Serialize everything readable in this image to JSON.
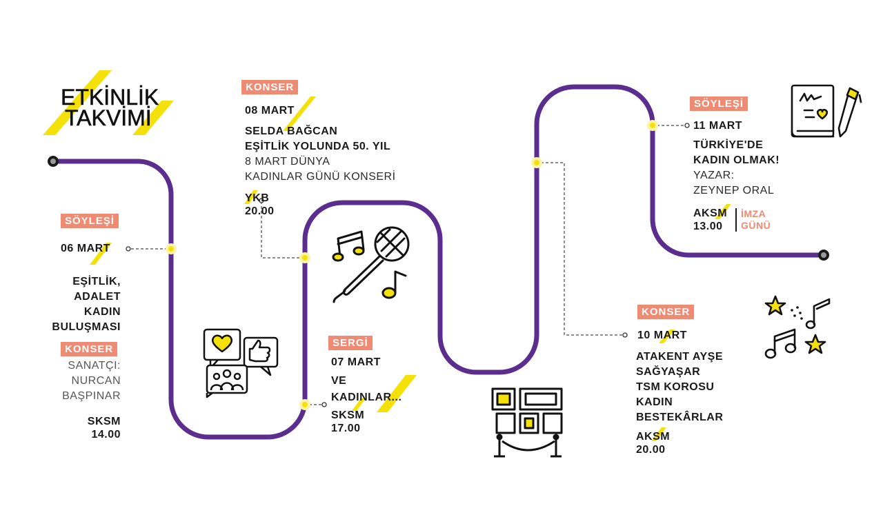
{
  "title": {
    "line1": "ETKİNLİK",
    "line2": "TAKVİMİ"
  },
  "colors": {
    "path": "#5b2d8e",
    "tag": "#ef8a73",
    "highlight": "#f5e10a",
    "text": "#1a1a1a"
  },
  "events": {
    "e06": {
      "tag": "SÖYLEŞİ",
      "date": "06 MART",
      "title": [
        "EŞİTLİK,",
        "ADALET",
        "KADIN",
        "BULUŞMASI"
      ],
      "tag2": "KONSER",
      "artist": [
        "SANATÇI:",
        "NURCAN",
        "BAŞPINAR"
      ],
      "venue": "SKSM",
      "time": "14.00"
    },
    "e08": {
      "tag": "KONSER",
      "date": "08 MART",
      "title": [
        "SELDA BAĞCAN",
        "EŞİTLİK YOLUNDA 50. YIL"
      ],
      "desc": [
        "8 MART DÜNYA",
        "KADINLAR GÜNÜ KONSERİ"
      ],
      "venue": "YKB",
      "time": "20.00"
    },
    "e07": {
      "tag": "SERGİ",
      "date": "07 MART",
      "title": [
        "VE",
        "KADINLAR..."
      ],
      "venue": "SKSM",
      "time": "17.00"
    },
    "e10": {
      "tag": "KONSER",
      "date": "10 MART",
      "title": [
        "ATAKENT AYŞE",
        "SAĞYAŞAR",
        "TSM KOROSU",
        "KADIN",
        "BESTEKÂRLAR"
      ],
      "venue": "AKSM",
      "time": "20.00"
    },
    "e11": {
      "tag": "SÖYLEŞİ",
      "date": "11 MART",
      "title": [
        "TÜRKİYE'DE",
        "KADIN OLMAK!"
      ],
      "author": [
        "YAZAR:",
        "ZEYNEP ORAL"
      ],
      "venue": "AKSM",
      "time": "13.00",
      "note": [
        "İMZA",
        "GÜNÜ"
      ]
    }
  },
  "icons": [
    "social-media-icon",
    "microphone-icon",
    "gallery-icon",
    "book-pen-icon",
    "music-stars-icon"
  ]
}
